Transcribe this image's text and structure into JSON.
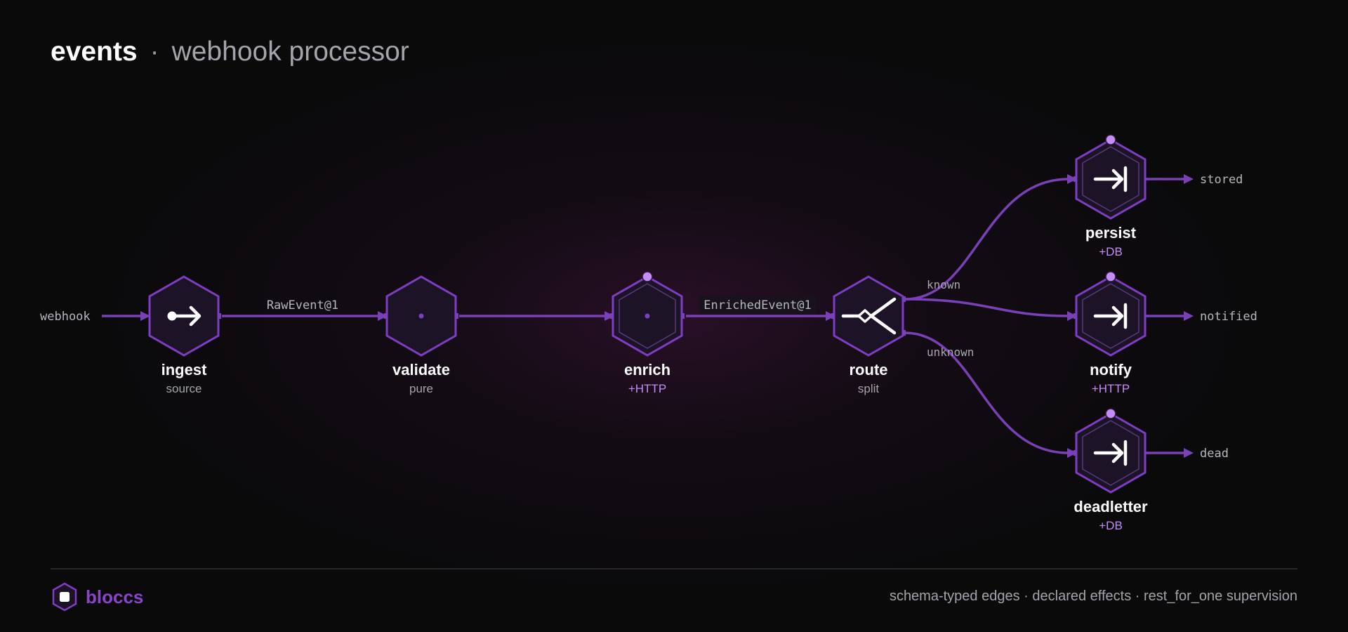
{
  "header": {
    "title": "events",
    "separator": "·",
    "subtitle": "webhook processor"
  },
  "colors": {
    "accent": "#7e3dc2",
    "effect": "#c48cf8",
    "background": "#0a0a0b"
  },
  "diagram": {
    "input_label": "webhook",
    "nodes": [
      {
        "id": "ingest",
        "name": "ingest",
        "kind": "source",
        "icon": "source-arrow-icon"
      },
      {
        "id": "validate",
        "name": "validate",
        "kind": "pure",
        "icon": "dot-icon"
      },
      {
        "id": "enrich",
        "name": "enrich",
        "effect": "+HTTP",
        "icon": "dot-icon"
      },
      {
        "id": "route",
        "name": "route",
        "kind": "split",
        "icon": "split-icon"
      },
      {
        "id": "persist",
        "name": "persist",
        "effect": "+DB",
        "icon": "sink-arrow-icon"
      },
      {
        "id": "notify",
        "name": "notify",
        "effect": "+HTTP",
        "icon": "sink-arrow-icon"
      },
      {
        "id": "deadletter",
        "name": "deadletter",
        "effect": "+DB",
        "icon": "sink-arrow-icon"
      }
    ],
    "edges": [
      {
        "from": "webhook",
        "to": "ingest"
      },
      {
        "from": "ingest",
        "to": "validate",
        "label": "RawEvent@1"
      },
      {
        "from": "validate",
        "to": "enrich"
      },
      {
        "from": "enrich",
        "to": "route",
        "label": "EnrichedEvent@1"
      },
      {
        "from": "route",
        "to": "persist",
        "label": "known"
      },
      {
        "from": "route",
        "to": "notify"
      },
      {
        "from": "route",
        "to": "deadletter",
        "label": "unknown"
      }
    ],
    "outputs": {
      "persist": "stored",
      "notify": "notified",
      "deadletter": "dead"
    }
  },
  "footer": {
    "brand": "bloccs",
    "brand_icon": "bloccs-hex-logo-icon",
    "tagline": "schema-typed edges · declared effects · rest_for_one supervision"
  }
}
